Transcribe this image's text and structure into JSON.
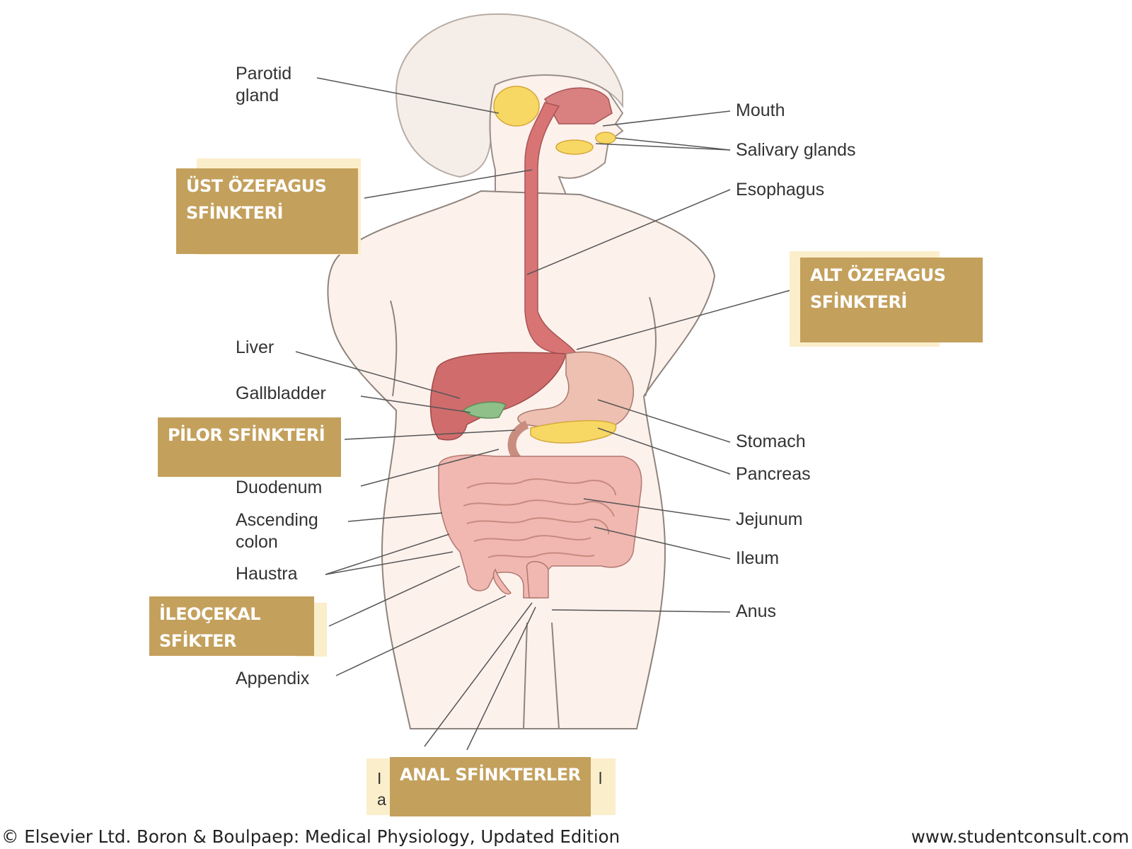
{
  "labels": {
    "parotid": [
      "Parotid",
      "gland"
    ],
    "mouth": "Mouth",
    "salivary": "Salivary glands",
    "esophagus": "Esophagus",
    "liver": "Liver",
    "gallbladder": "Gallbladder",
    "duodenum": "Duodenum",
    "ascending": [
      "Ascending",
      "colon"
    ],
    "haustra": "Haustra",
    "appendix": "Appendix",
    "stomach": "Stomach",
    "pancreas": "Pancreas",
    "jejunum": "Jejunum",
    "ileum": "Ileum",
    "anus": "Anus"
  },
  "overlays": {
    "ust": [
      "ÜST ÖZEFAGUS",
      "SFİNKTERİ"
    ],
    "alt": [
      "ALT ÖZEFAGUS",
      "SFİNKTERİ"
    ],
    "pilor": "PİLOR SFİNKTERİ",
    "ileocekal": [
      "İLEOÇEKAL",
      "SFİKTER"
    ],
    "anal": "ANAL SFİNKTERLER"
  },
  "hidden_fragments": {
    "left_1": "I",
    "left_2": "a",
    "right_1": "l"
  },
  "footer": {
    "copyright": "© Elsevier Ltd. Boron & Boulpaep: Medical Physiology, Updated Edition",
    "site": "www.studentconsult.com"
  },
  "colors": {
    "overlay": "#c3a05c",
    "skin": "#fdf0ea",
    "hair": "#f6efe9",
    "organ_red": "#d47272",
    "intestine": "#f0b8b0",
    "gland_yellow": "#f8d865",
    "gallbladder_green": "#8fc08a"
  }
}
